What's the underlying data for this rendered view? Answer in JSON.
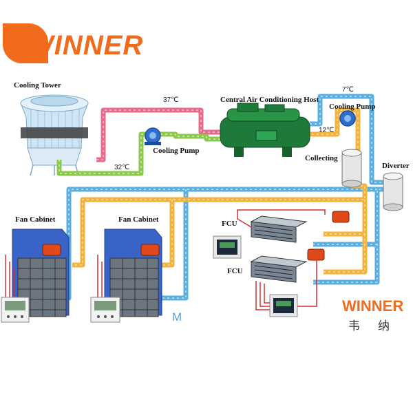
{
  "brand": {
    "logo_text": "WINNER",
    "logo_color": "#f26a1b",
    "secondary_logo": "WINNER",
    "secondary_logo_cn": "韦纳"
  },
  "labels": {
    "cooling_tower": "Cooling Tower",
    "central_host": "Central Air Conditioning Host",
    "cooling_pump_left": "Cooling Pump",
    "cooling_pump_right": "Cooling Pump",
    "collecting": "Collecting",
    "diverter": "Diverter",
    "fan_cabinet_1": "Fan Cabinet",
    "fan_cabinet_2": "Fan Cabinet",
    "fcu_1": "FCU",
    "fcu_2": "FCU",
    "mark_m": "M"
  },
  "temperatures": {
    "hot_return": "37℃",
    "cool_supply": "32℃",
    "chilled_supply": "7℃",
    "chilled_return": "12℃"
  },
  "colors": {
    "hot_pipe": "#e8698a",
    "cool_pipe": "#8cc84b",
    "chilled_supply_pipe": "#5aaee0",
    "chilled_return_pipe": "#f5b23a",
    "chiller_body": "#1e7a3a",
    "cabinet_blue": "#3a63c8"
  }
}
